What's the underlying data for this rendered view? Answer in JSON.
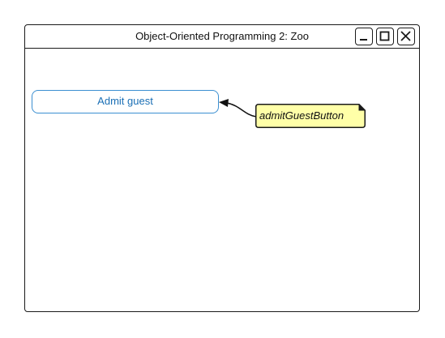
{
  "window": {
    "title": "Object-Oriented Programming 2: Zoo",
    "controls": {
      "minimize_icon": "minimize-icon",
      "maximize_icon": "maximize-icon",
      "close_icon": "close-icon"
    }
  },
  "main": {
    "admit_button_label": "Admit guest"
  },
  "annotation": {
    "note_text": "admitGuestButton"
  },
  "colors": {
    "button_border": "#3b8fd1",
    "button_text": "#1a6fb5",
    "note_fill": "#ffffa8",
    "outline": "#1a1a1a"
  }
}
